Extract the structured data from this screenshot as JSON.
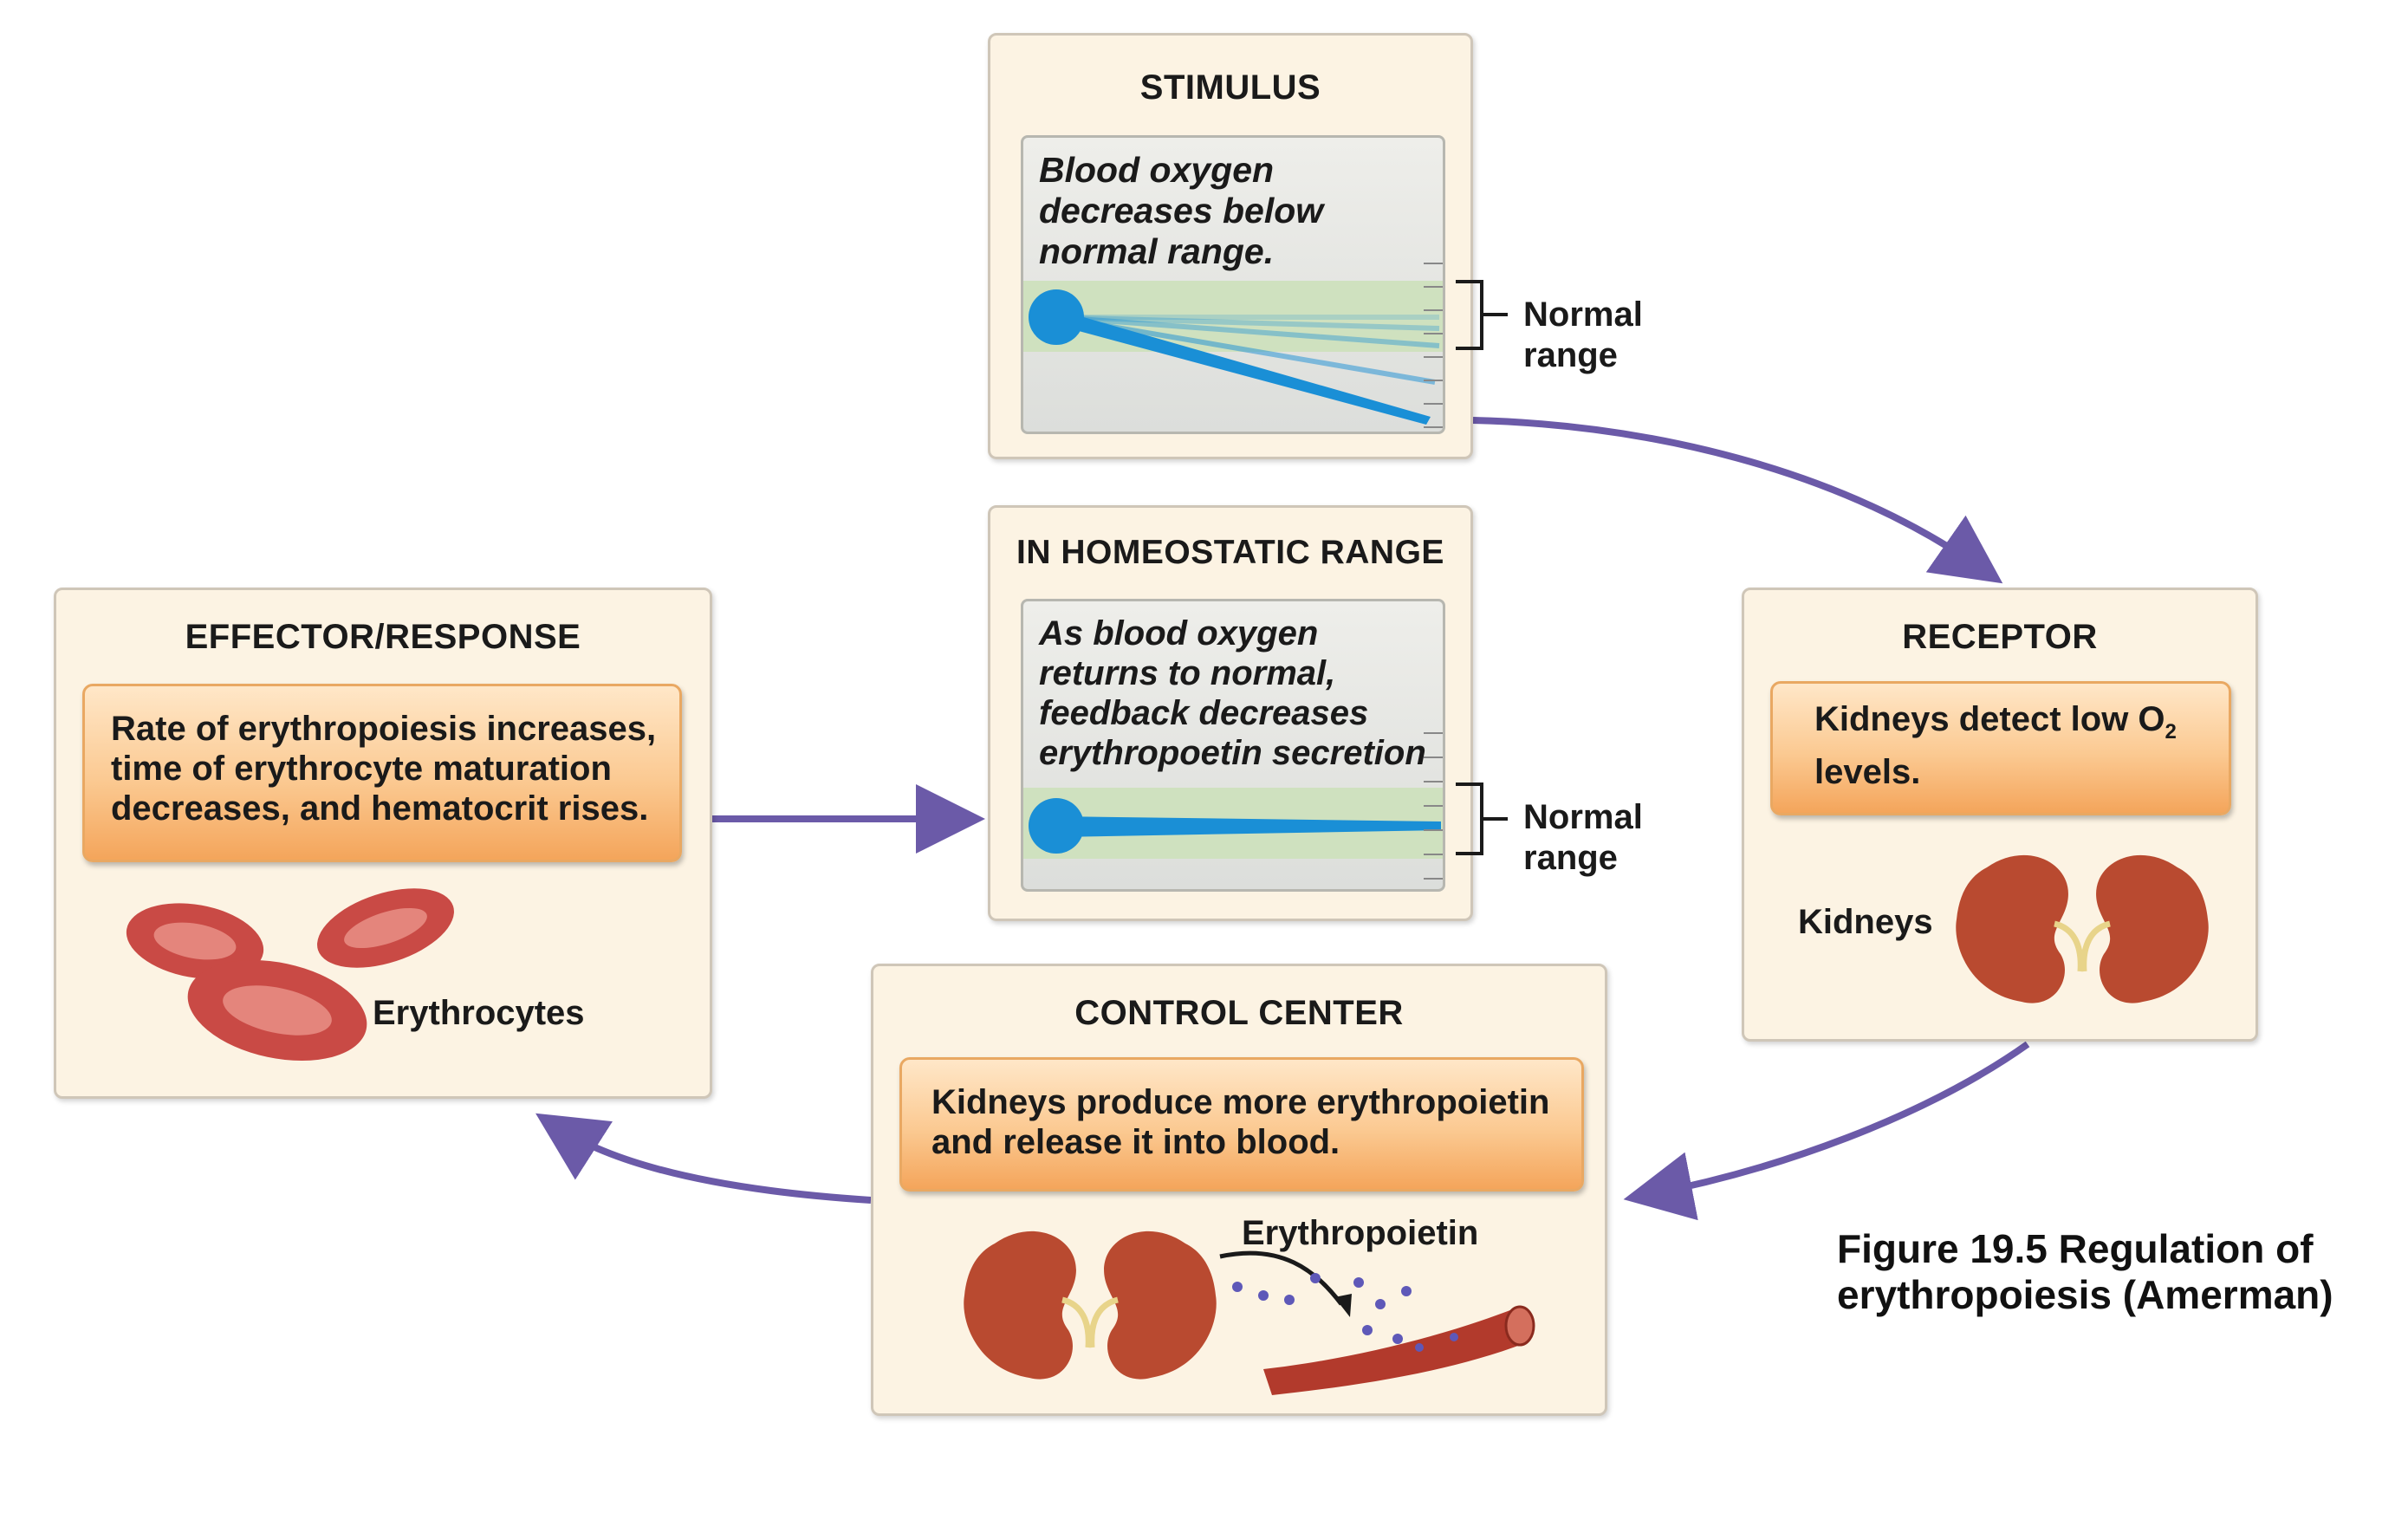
{
  "stimulus": {
    "title": "STIMULUS",
    "text": "Blood oxygen\ndecreases below\nnormal range.",
    "range_label": "Normal\nrange"
  },
  "homeostatic": {
    "title": "IN HOMEOSTATIC RANGE",
    "text": "As blood oxygen\nreturns to normal,\nfeedback decreases\nerythropoetin secretion",
    "range_label": "Normal\nrange"
  },
  "receptor": {
    "title": "RECEPTOR",
    "text_main": "Kidneys detect low O",
    "text_sub": "2",
    "text_end": "levels.",
    "organ_label": "Kidneys"
  },
  "control_center": {
    "title": "CONTROL CENTER",
    "text": "Kidneys produce more erythropoietin\nand release it into blood.",
    "hormone_label": "Erythropoietin"
  },
  "effector": {
    "title": "EFFECTOR/RESPONSE",
    "text": "Rate of erythropoiesis increases,\ntime of erythrocyte maturation\ndecreases, and hematocrit rises.",
    "cell_label": "Erythrocytes"
  },
  "caption": "Figure 19.5 Regulation of\nerythropoiesis (Amerman)",
  "colors": {
    "arrow": "#6b5aa8",
    "gauge_line": "#1a8fd6",
    "kidney": "#b94a30",
    "rbc": "#d85a55"
  }
}
